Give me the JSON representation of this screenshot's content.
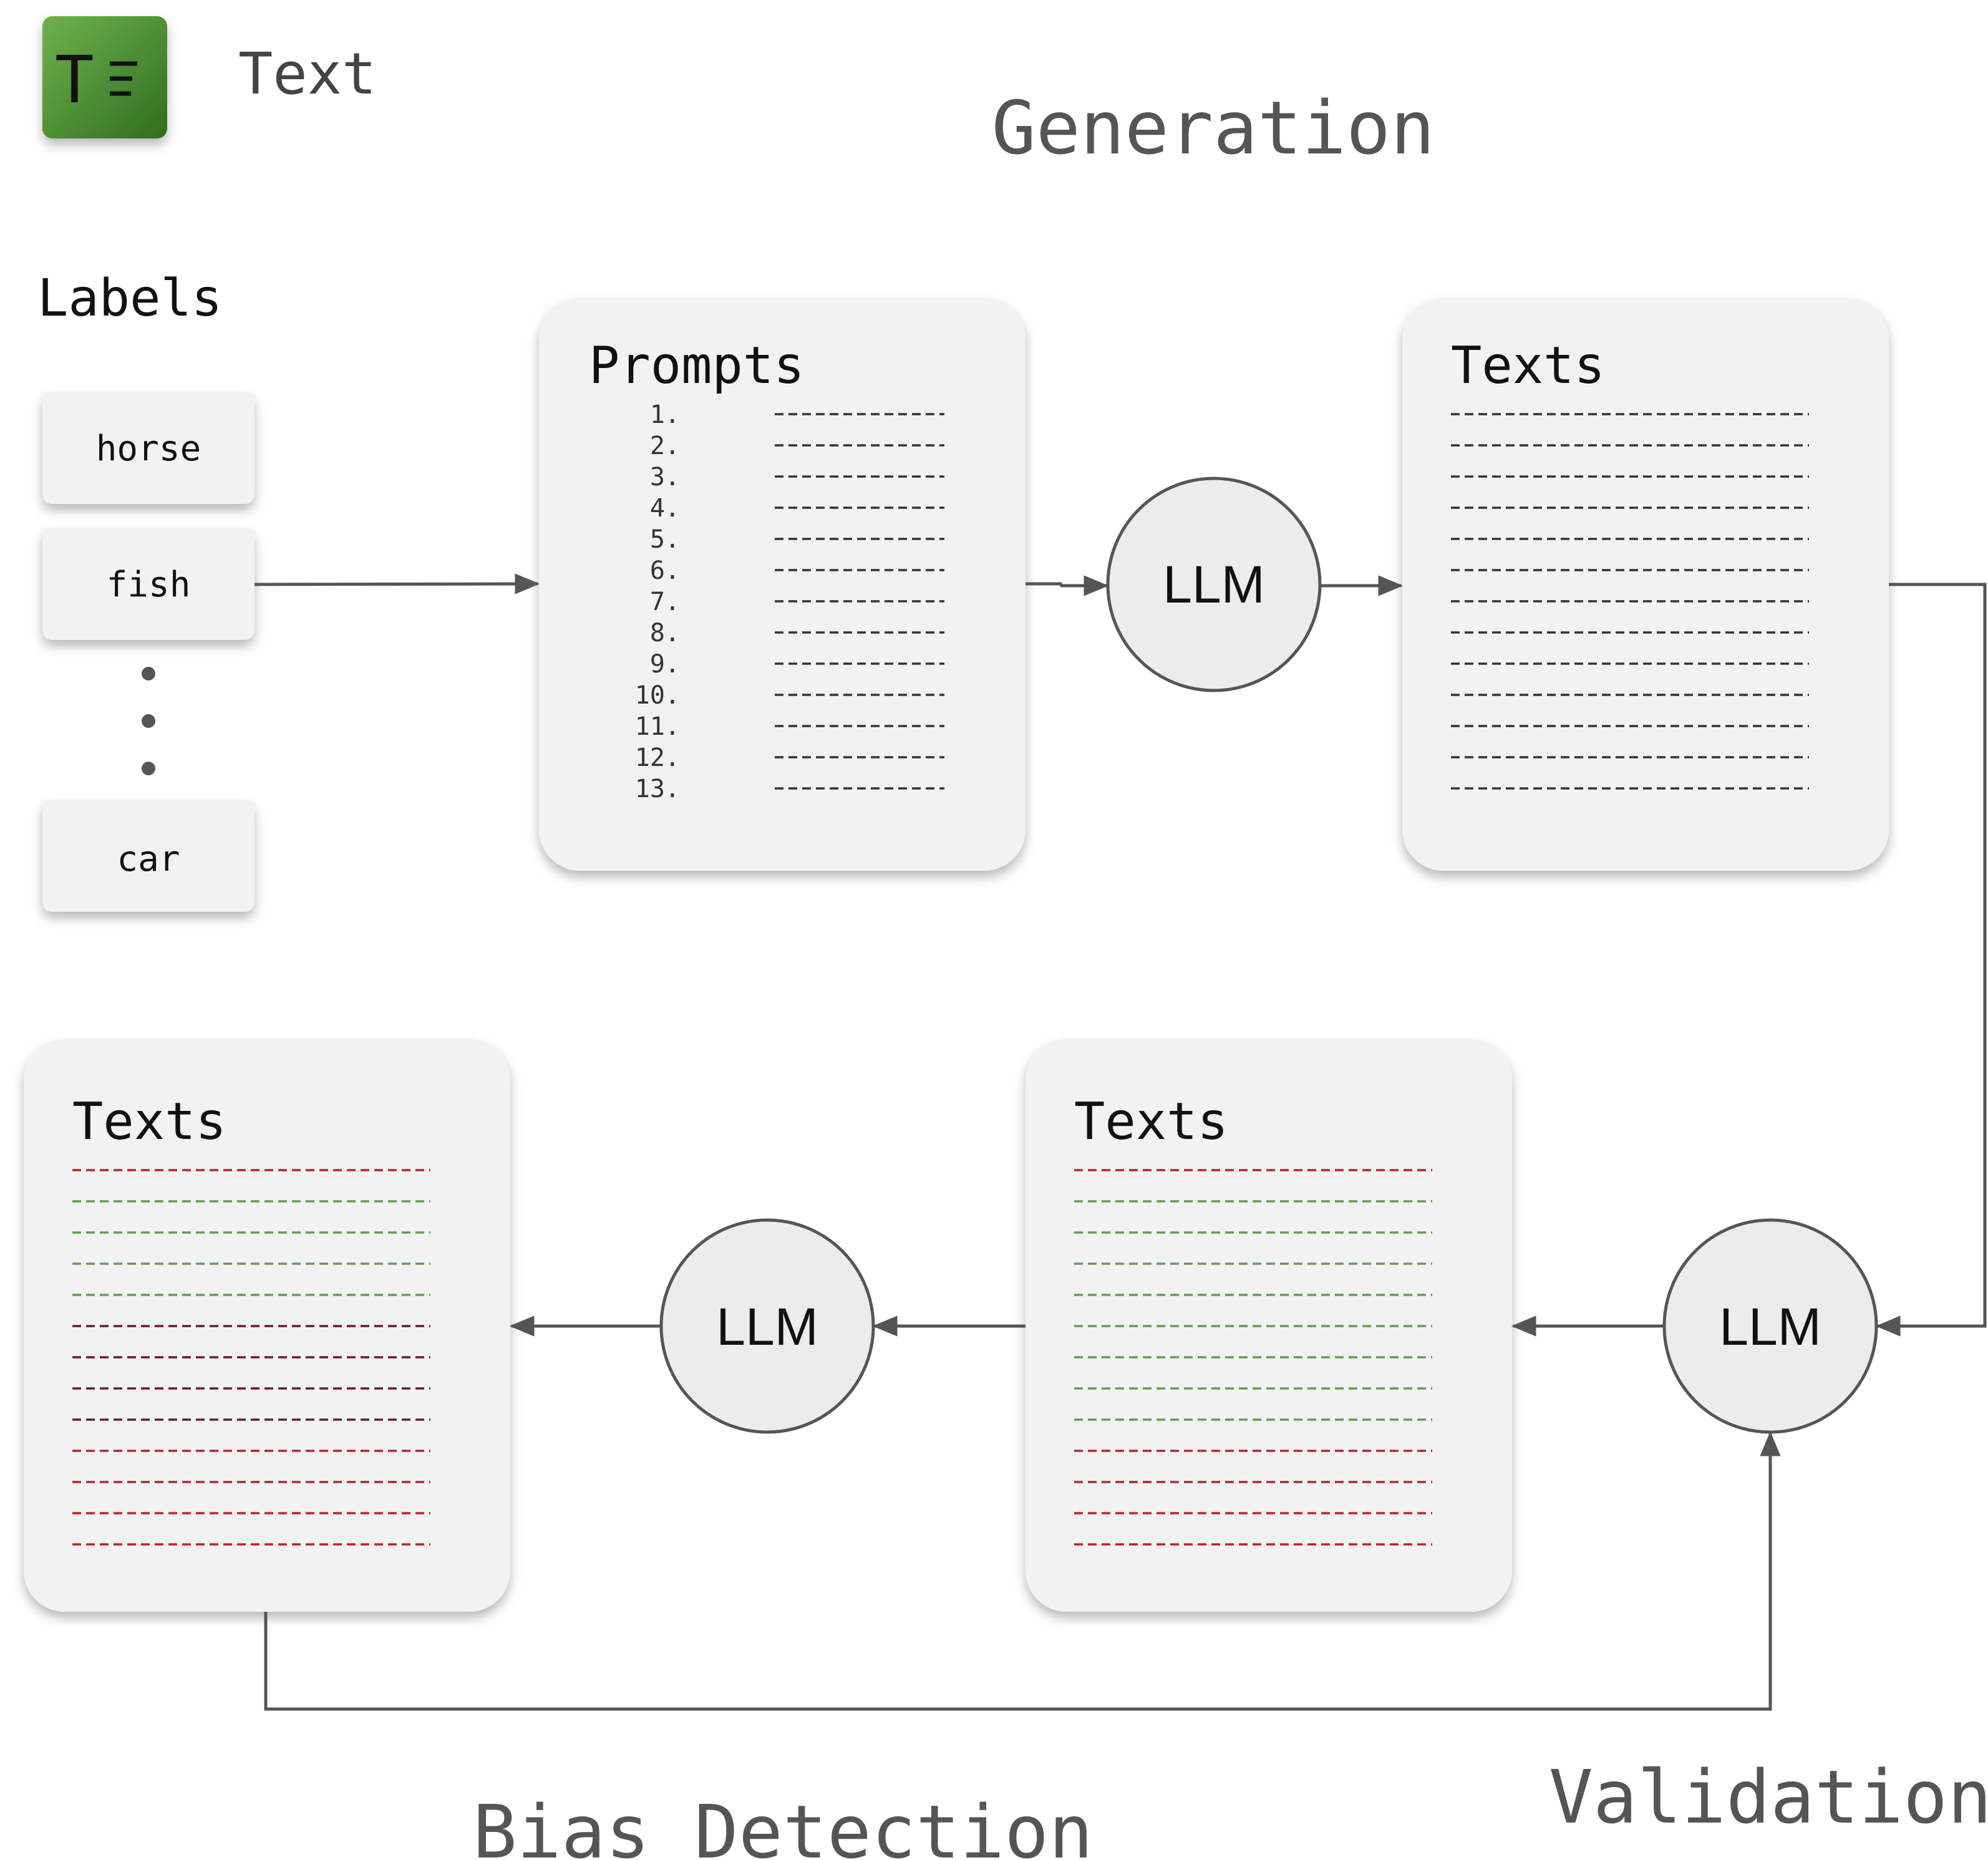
{
  "legend": {
    "icon": "text-document-icon",
    "icon_glyph": "T",
    "label": "Text"
  },
  "headings": {
    "generation": "Generation",
    "validation": "Validation",
    "bias_detection": "Bias Detection"
  },
  "labels_panel": {
    "title": "Labels",
    "items": [
      "horse",
      "fish",
      "car"
    ]
  },
  "prompts_card": {
    "title": "Prompts",
    "numbers": [
      "1.",
      "2.",
      "3.",
      "4.",
      "5.",
      "6.",
      "7.",
      "8.",
      "9.",
      "10.",
      "11.",
      "12.",
      "13."
    ]
  },
  "generated_texts_card": {
    "title": "Texts"
  },
  "validated_texts_card": {
    "title": "Texts"
  },
  "bias_texts_card": {
    "title": "Texts"
  },
  "llm_nodes": {
    "generation": "LLM",
    "validation": "LLM",
    "bias": "LLM"
  },
  "colors": {
    "icon_green": "#3f8a2a",
    "card_fill": "#f2f2f2",
    "node_fill": "#ececec",
    "line_dark": "#333333",
    "line_red": "#c0202a",
    "line_green": "#5fa04a",
    "line_maroon": "#6a1a2a"
  },
  "line_colors": {
    "validated": [
      "red",
      "green",
      "green",
      "green",
      "green",
      "green",
      "green",
      "green",
      "green",
      "red",
      "red",
      "red",
      "red"
    ],
    "bias": [
      "red",
      "green",
      "green",
      "green",
      "green",
      "maroon",
      "maroon",
      "maroon",
      "maroon",
      "red",
      "red",
      "red",
      "red"
    ]
  }
}
